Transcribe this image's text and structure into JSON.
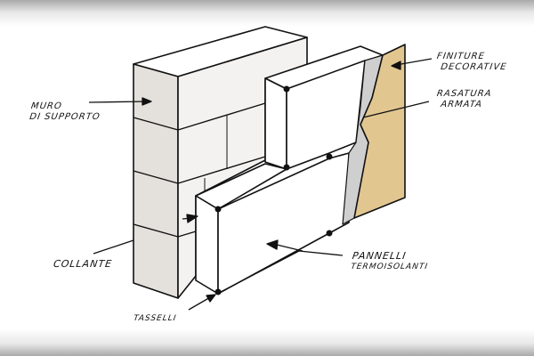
{
  "title": "Sistema a cappotto - sezione",
  "labels": {
    "finiture_line1": "FINITURE",
    "finiture_line2": "DECORATIVE",
    "rasatura_line1": "RASATURA",
    "rasatura_line2": "ARMATA",
    "muro_line1": "MURO",
    "muro_line2": "DI SUPPORTO",
    "collante": "COLLANTE",
    "pannelli_line1": "PANNELLI",
    "pannelli_line2": "TERMOISOLANTI",
    "tasselli": "TASSELLI"
  },
  "colors": {
    "finish": "#e2c690",
    "brick": "#e4e0dc",
    "panel": "#ffffff",
    "ink": "#111111"
  }
}
